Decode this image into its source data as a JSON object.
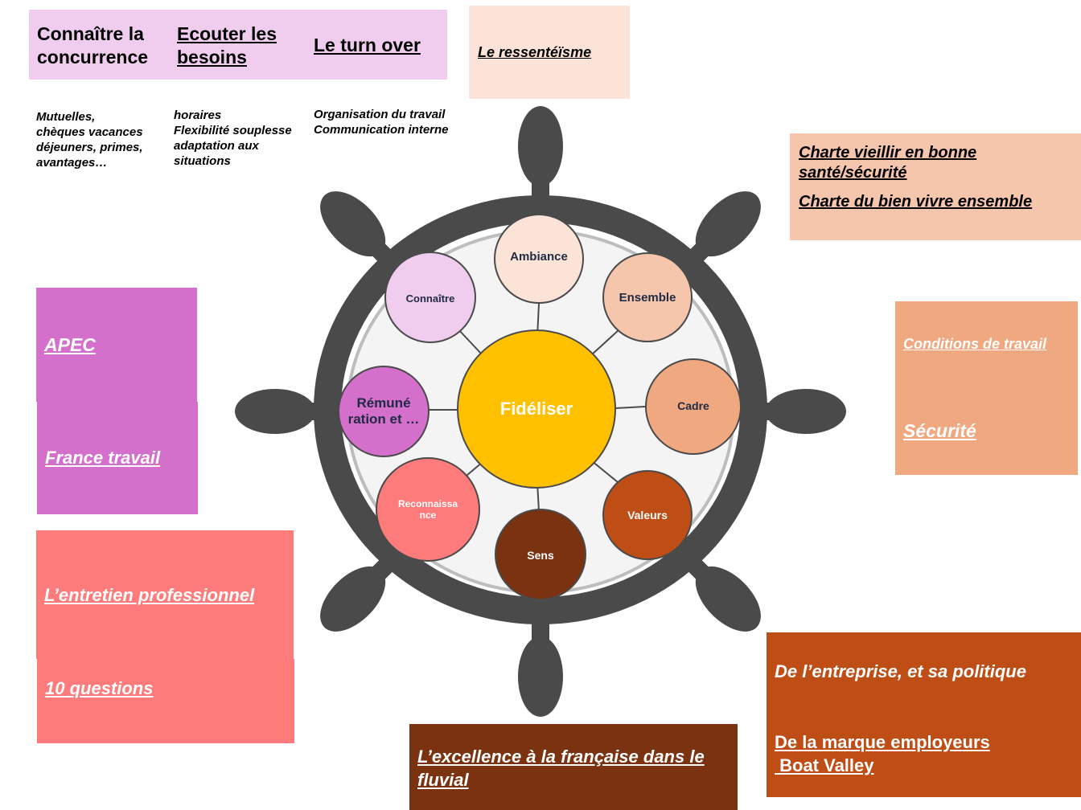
{
  "top": {
    "col1": {
      "title": "Connaître la concurrence",
      "details": [
        "Mutuelles,",
        "chèques vacances",
        "déjeuners, primes,",
        "avantages…"
      ]
    },
    "col2": {
      "title": "Ecouter les besoins",
      "details": [
        "horaires",
        "Flexibilité souplesse",
        "adaptation aux",
        "situations"
      ]
    },
    "col3": {
      "title": "Le turn over",
      "details": [
        "Organisation du travail",
        "Communication interne"
      ]
    },
    "ressenteisme": "Le ressentéïsme"
  },
  "right": {
    "charte1": "Charte vieillir en bonne santé/sécurité",
    "charte2": "Charte du bien vivre ensemble",
    "conditions": "Conditions de travail",
    "securite": "Sécurité",
    "entreprise": "De l’entreprise, et sa politique",
    "marque": "De la marque employeurs",
    "boat_valley": " Boat Valley"
  },
  "left": {
    "apec": "APEC",
    "france_travail": "France travail",
    "entretien": "L’entretien professionnel",
    "questions": "10 questions"
  },
  "bottom": {
    "excellence": "L’excellence à la française dans le fluvial"
  },
  "wheel": {
    "center": "Fidéliser",
    "nodes": {
      "ambiance": "Ambiance",
      "ensemble": "Ensemble",
      "cadre": "Cadre",
      "valeurs": "Valeurs",
      "sens": "Sens",
      "reconnaissance": "Reconnaissa nce",
      "remuneration": "Rémuné ration et …",
      "connaitre": "Connaître"
    }
  },
  "colors": {
    "lilac": "#f0cdef",
    "peach_light": "#fbe3d7",
    "peach": "#f6c6ac",
    "salmon": "#f0a880",
    "orange_brown": "#bf4e16",
    "dark_brown": "#7a3210",
    "purple": "#d46fcc",
    "coral": "#fe7b7b",
    "gold": "#ffc000",
    "wheel_grey": "#4a4a4a"
  }
}
